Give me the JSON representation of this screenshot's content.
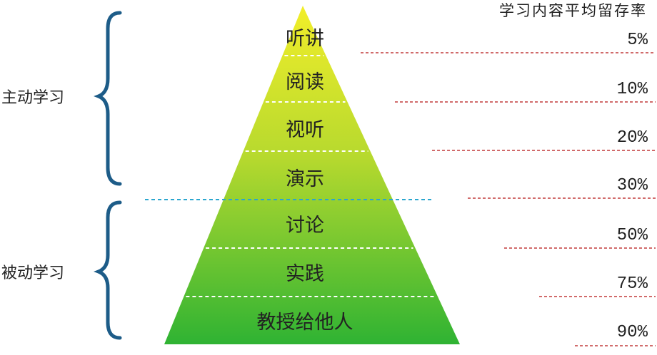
{
  "header": "学习内容平均留存率",
  "groups": [
    {
      "label": "主动学习"
    },
    {
      "label": "被动学习"
    }
  ],
  "levels": [
    {
      "name": "听讲",
      "retention": "5%"
    },
    {
      "name": "阅读",
      "retention": "10%"
    },
    {
      "name": "视听",
      "retention": "20%"
    },
    {
      "name": "演示",
      "retention": "30%"
    },
    {
      "name": "讨论",
      "retention": "50%"
    },
    {
      "name": "实践",
      "retention": "75%"
    },
    {
      "name": "教授给他人",
      "retention": "90%"
    }
  ],
  "colors": {
    "pyramid_top": "#f2ee2a",
    "pyramid_mid": "#b6d92e",
    "pyramid_bottom": "#2fb333",
    "brace": "#1d5c88",
    "leader_line": "#c23a3a",
    "divider_line": "#2aa6cf"
  }
}
